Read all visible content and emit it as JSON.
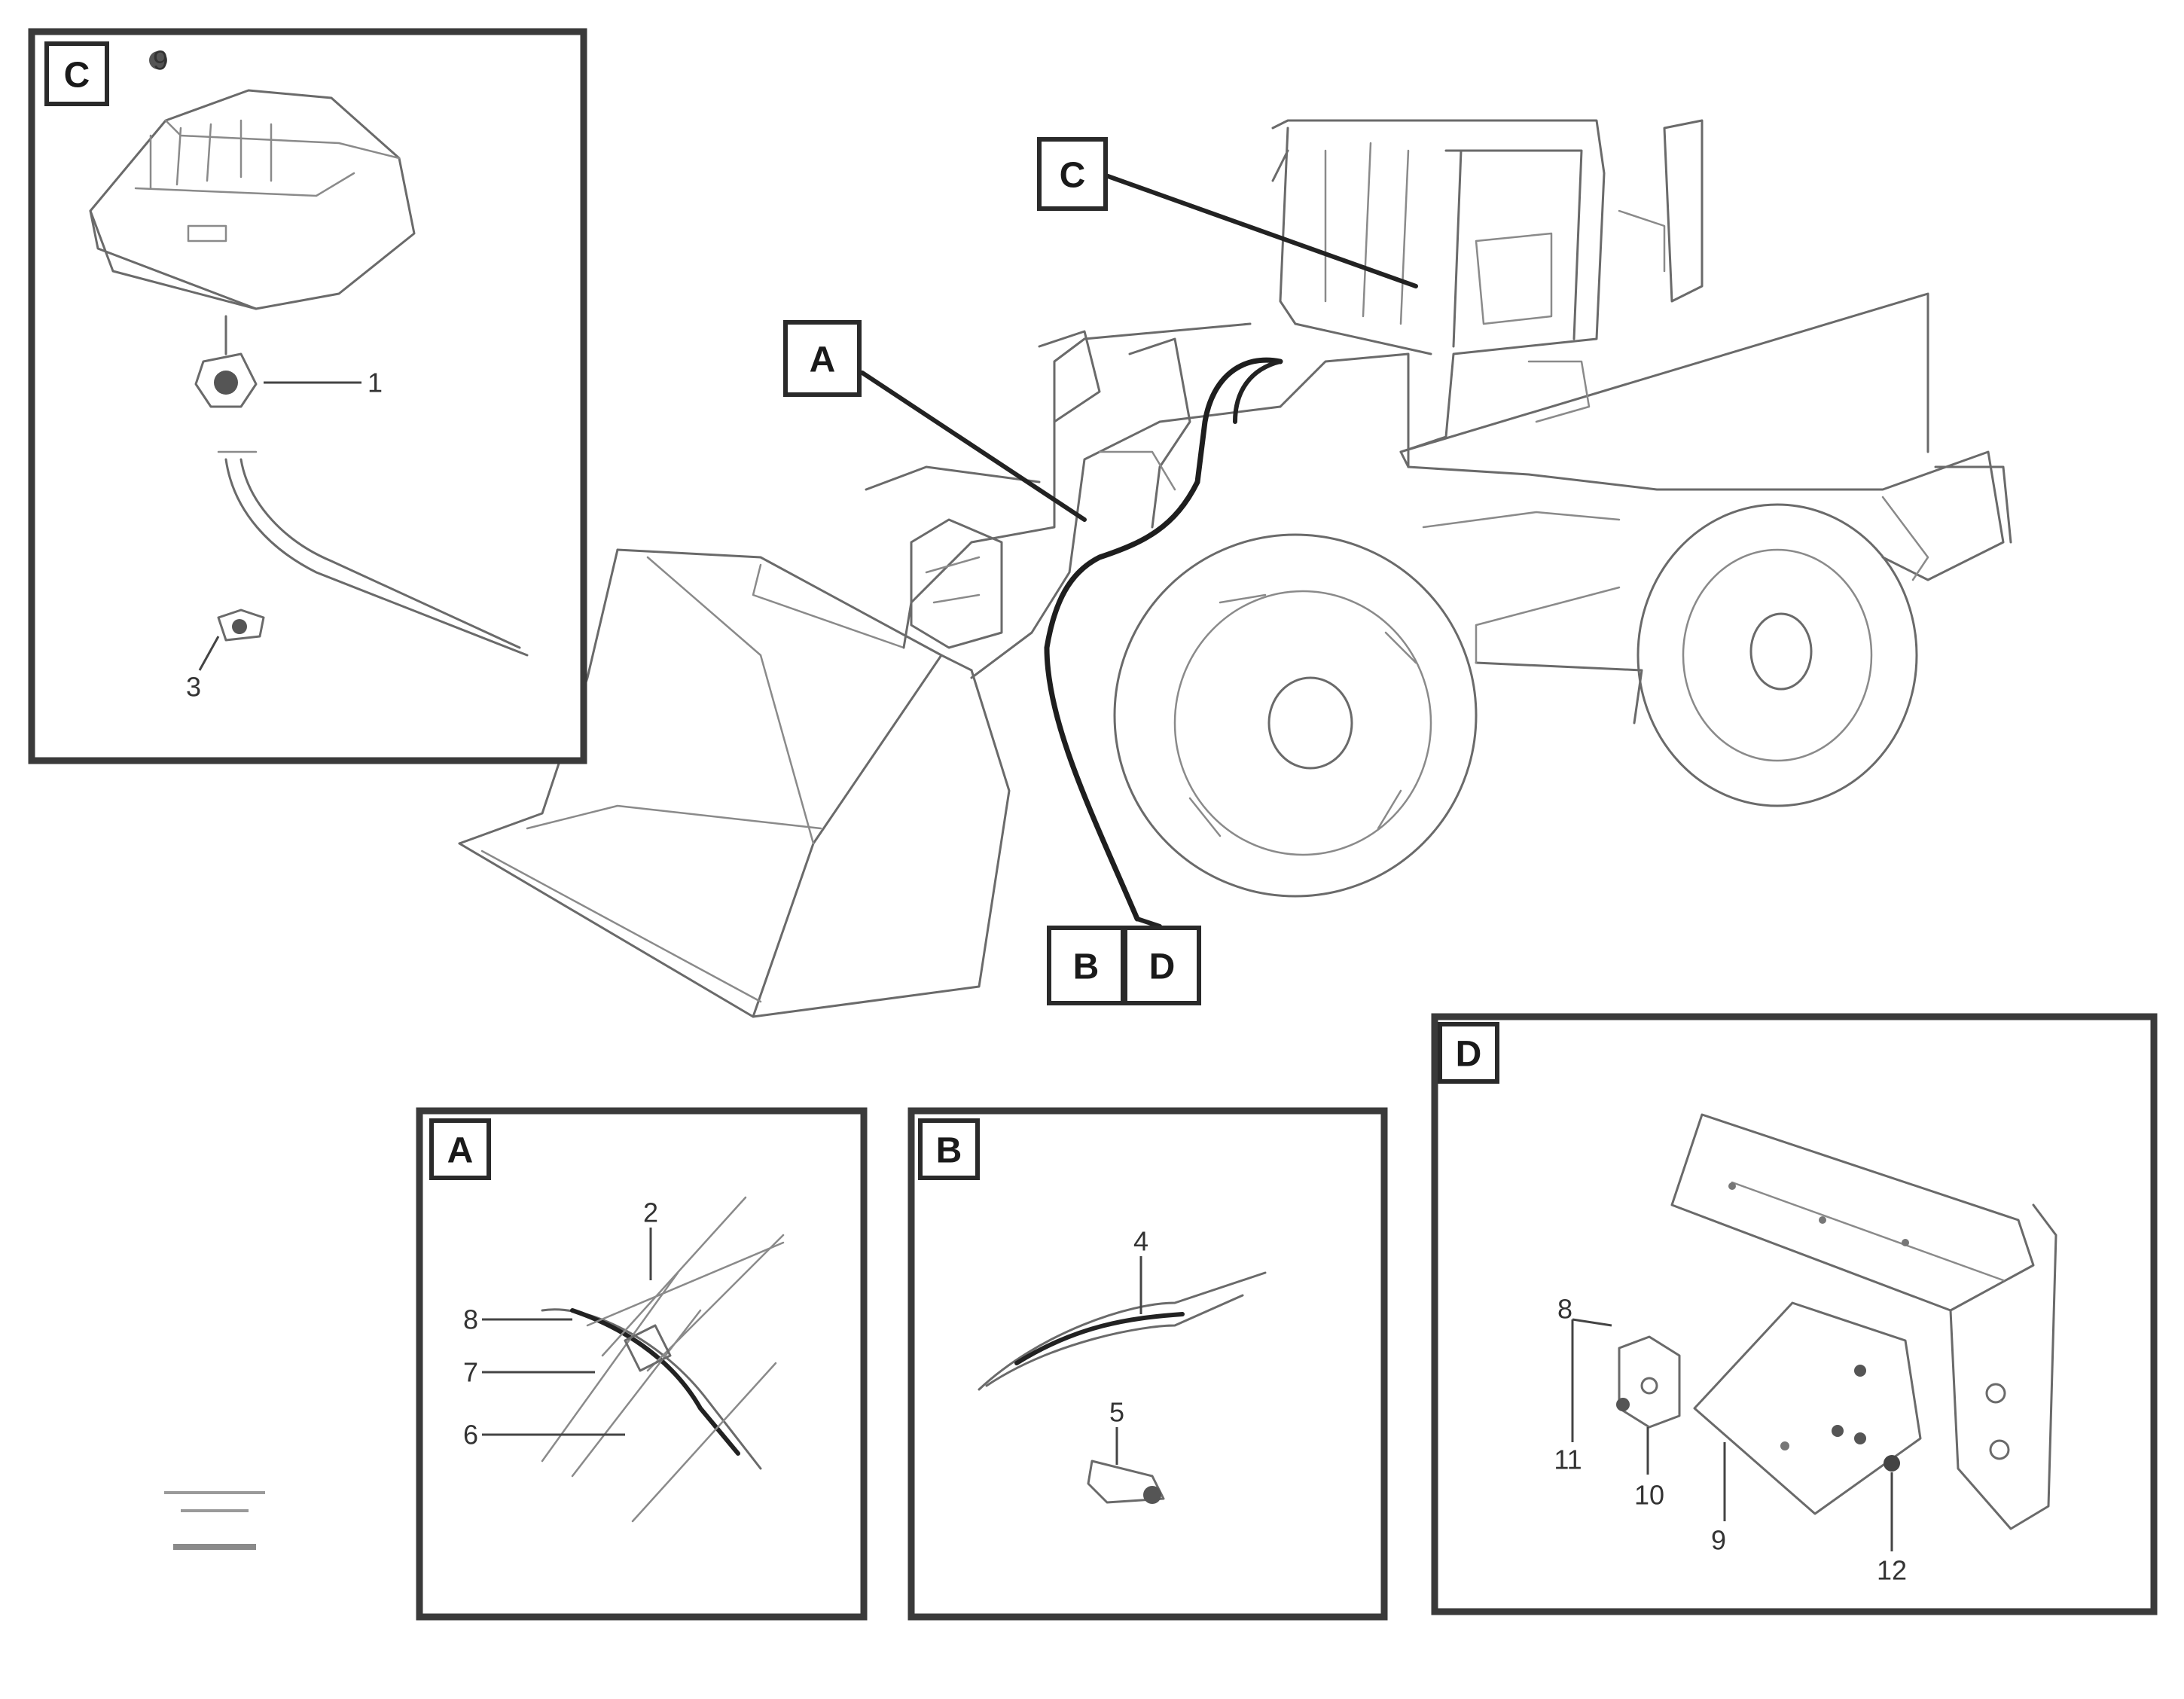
{
  "callouts": {
    "overview": {
      "a": "A",
      "b": "B",
      "c": "C",
      "d": "D"
    },
    "detail_a": {
      "tag": "A",
      "parts": [
        "2",
        "8",
        "7",
        "6"
      ]
    },
    "detail_b": {
      "tag": "B",
      "parts": [
        "4",
        "5"
      ]
    },
    "detail_c": {
      "tag": "C",
      "parts": [
        "9",
        "1",
        "3"
      ]
    },
    "detail_d": {
      "tag": "D",
      "parts": [
        "8",
        "11",
        "10",
        "9",
        "12"
      ]
    }
  },
  "reference": {
    "line1": "",
    "line2": "",
    "code": ""
  }
}
